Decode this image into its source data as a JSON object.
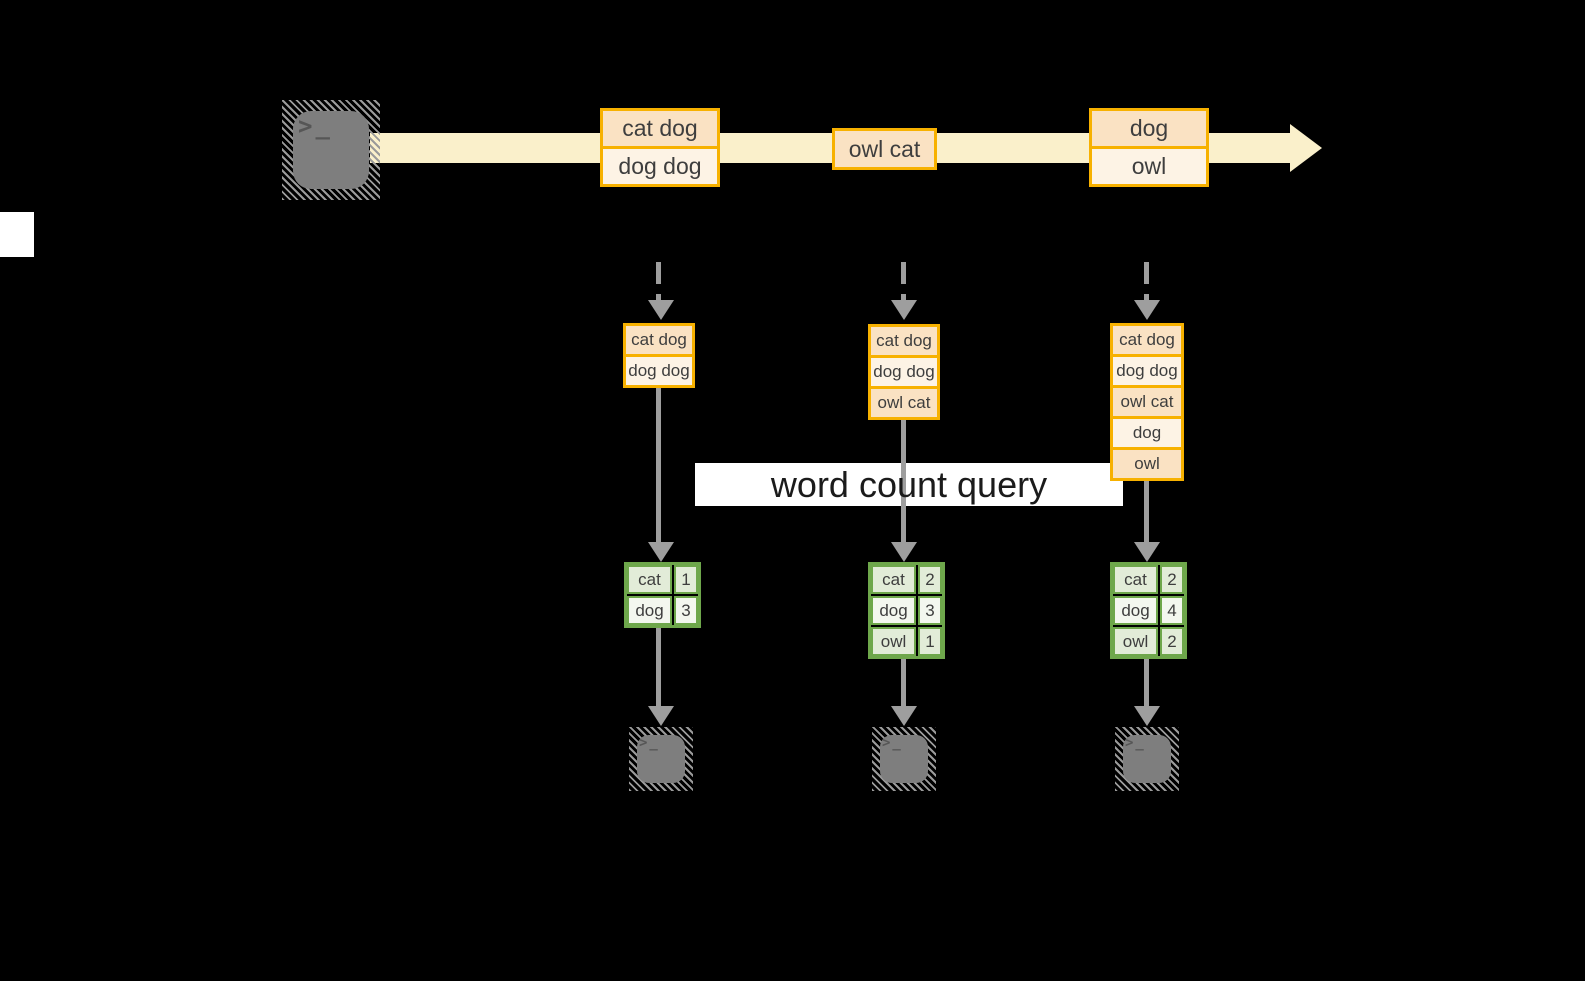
{
  "banner": {
    "label": "word count query"
  },
  "icons": {
    "terminal_glyph": ">_"
  },
  "timeline": {
    "description": "stream of text events flowing from a terminal source",
    "events": [
      {
        "lines": [
          "cat dog",
          "dog dog"
        ]
      },
      {
        "lines": [
          "owl cat"
        ]
      },
      {
        "lines": [
          "dog",
          "owl"
        ]
      }
    ]
  },
  "columns": [
    {
      "buffer": [
        "cat dog",
        "dog dog"
      ],
      "counts": [
        [
          "cat",
          "1"
        ],
        [
          "dog",
          "3"
        ]
      ]
    },
    {
      "buffer": [
        "cat dog",
        "dog dog",
        "owl cat"
      ],
      "counts": [
        [
          "cat",
          "2"
        ],
        [
          "dog",
          "3"
        ],
        [
          "owl",
          "1"
        ]
      ]
    },
    {
      "buffer": [
        "cat dog",
        "dog dog",
        "owl cat",
        "dog",
        "owl"
      ],
      "counts": [
        [
          "cat",
          "2"
        ],
        [
          "dog",
          "4"
        ],
        [
          "owl",
          "2"
        ]
      ]
    }
  ],
  "colors": {
    "background": "#000000",
    "stream_band": "#FAF0CB",
    "gold_border": "#F7B100",
    "peach_fill": "#FAE2C3",
    "cream_fill": "#FDF3E5",
    "green_border": "#6EA74B",
    "green_cell_dark": "#E2ECD8",
    "green_cell_light": "#F3F7EF",
    "arrow_gray": "#9E9E9E",
    "terminal_gray": "#7E7E7E",
    "banner_bg": "#FFFFFF",
    "text": "#3E3E3E"
  }
}
